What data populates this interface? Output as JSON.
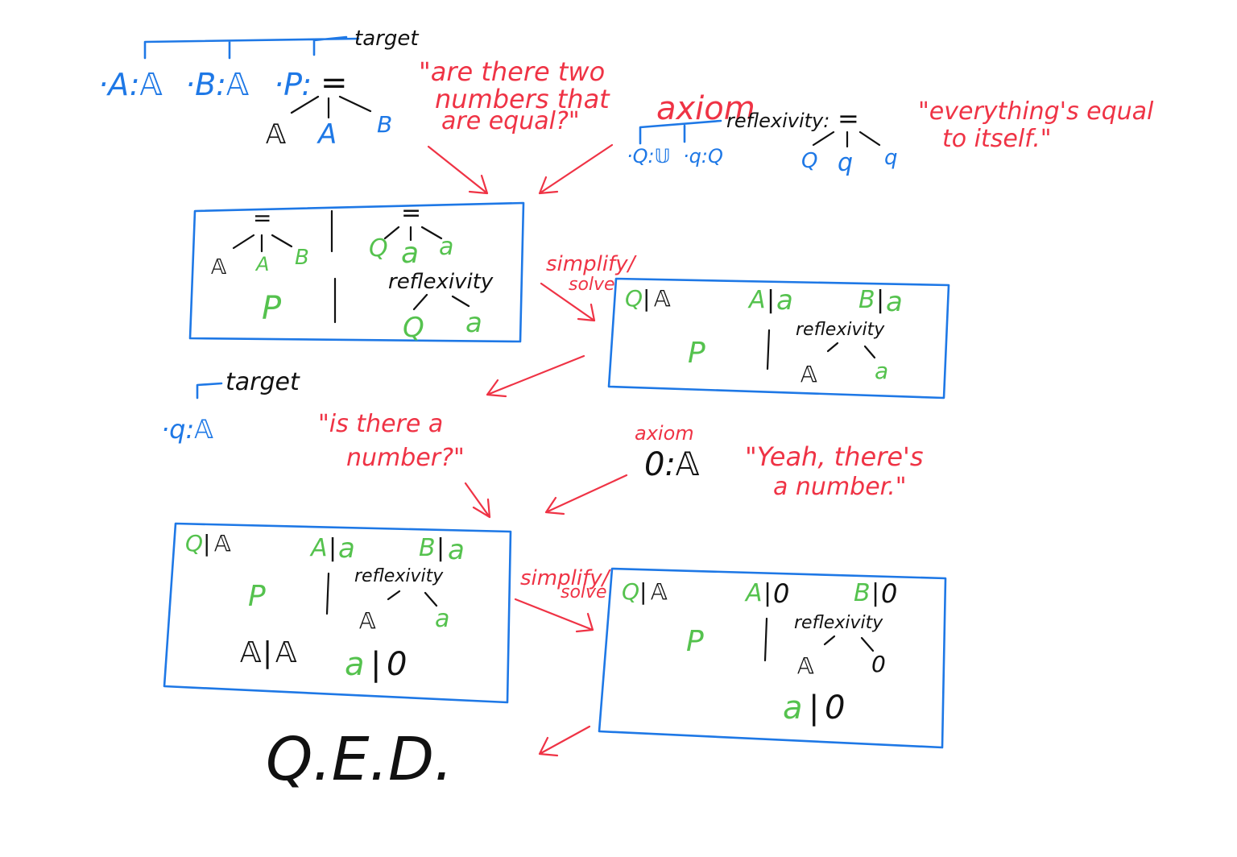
{
  "colors": {
    "ink": "#111111",
    "blue": "#1e78e6",
    "green": "#55c24e",
    "red": "#ef3345",
    "background": "#ffffff"
  },
  "stage1": {
    "target_label": "target",
    "target_bindings": [
      "·A:𝔸",
      "·B:𝔸",
      "·P:"
    ],
    "eq_symbol": "=",
    "tree_children": [
      "𝔸",
      "A",
      "B"
    ],
    "question": [
      "\"are there two",
      "numbers that",
      "are equal?\""
    ]
  },
  "axiom1": {
    "label": "axiom",
    "name": "reflexivity:",
    "bindings": [
      "·Q:𝕌",
      "·q:Q"
    ],
    "eq_symbol": "=",
    "tree_children": [
      "Q",
      "q",
      "q"
    ],
    "comment": [
      "\"everything's equal",
      "to itself.\""
    ]
  },
  "box1": {
    "left_children": [
      "𝔸",
      "A",
      "B"
    ],
    "left_var": "P",
    "eq_symbol": "=",
    "right_children": [
      "Q",
      "a",
      "a"
    ],
    "reflexivity": "reflexivity",
    "refl_children": [
      "Q",
      "a"
    ]
  },
  "step_label": {
    "line1": "simplify/",
    "line2": "solve"
  },
  "box2": {
    "subst": [
      {
        "var": "Q",
        "val": "𝔸"
      },
      {
        "var": "A",
        "val": "a"
      },
      {
        "var": "B",
        "val": "a"
      }
    ],
    "var": "P",
    "reflexivity": "reflexivity",
    "refl_children": [
      "𝔸",
      "a"
    ]
  },
  "stage2": {
    "target_label": "target",
    "target_binding": "·q:𝔸",
    "question": [
      "\"is there a",
      "number?\""
    ]
  },
  "axiom2": {
    "label": "axiom",
    "statement": "0:𝔸",
    "comment": [
      "\"Yeah, there's",
      "a number.\""
    ]
  },
  "box3": {
    "subst": [
      {
        "var": "Q",
        "val": "𝔸"
      },
      {
        "var": "A",
        "val": "a"
      },
      {
        "var": "B",
        "val": "a"
      }
    ],
    "var": "P",
    "reflexivity": "reflexivity",
    "refl_children": [
      "𝔸",
      "a"
    ],
    "extra": [
      {
        "var": "𝔸",
        "val": "𝔸"
      },
      {
        "var": "a",
        "val": "0"
      }
    ]
  },
  "box4": {
    "subst": [
      {
        "var": "Q",
        "val": "𝔸"
      },
      {
        "var": "A",
        "val": "0"
      },
      {
        "var": "B",
        "val": "0"
      }
    ],
    "var": "P",
    "reflexivity": "reflexivity",
    "refl_children": [
      "𝔸",
      "0"
    ],
    "extra": [
      {
        "var": "a",
        "val": "0"
      }
    ]
  },
  "conclusion": "Q.E.D."
}
